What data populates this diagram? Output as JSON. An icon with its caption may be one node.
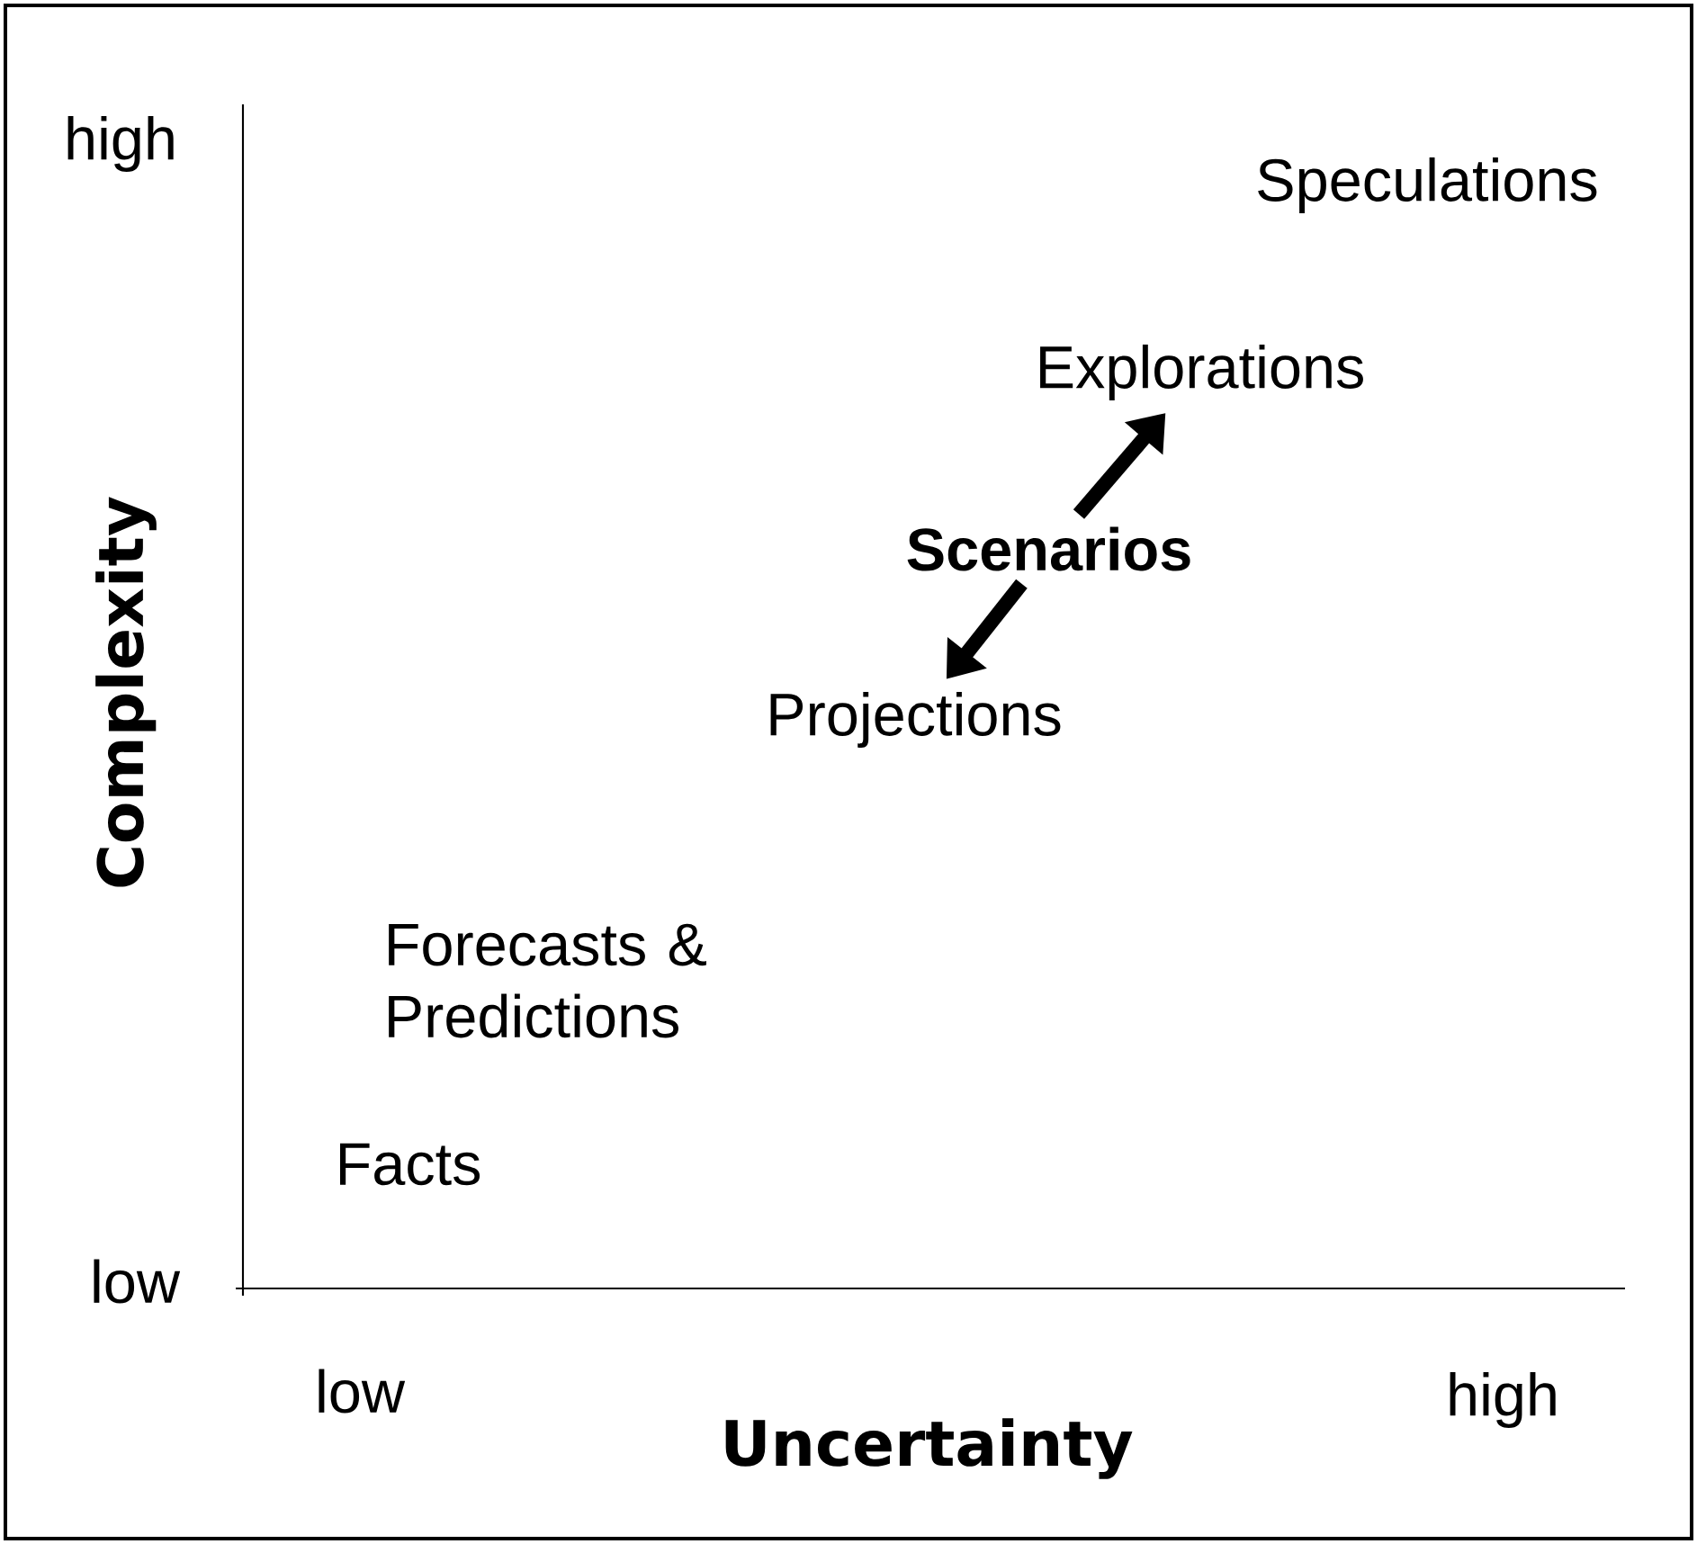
{
  "diagram": {
    "nodes": [
      {
        "text": [
          "Explorations"
        ]
      },
      {
        "text": [
          "**Scenarios**"
        ]
      },
      {
        "text": [
          "Projections"
        ]
      }
    ],
    "edges": [
      {
        "from": 1,
        "to": 0,
        "arrow": "to"
      },
      {
        "from": 1,
        "to": 2,
        "arrow": "to"
      }
    ],
    "labels": [
      "high",
      "Speculations",
      "Complexity",
      "Forecasts & Predictions",
      "Facts",
      "low",
      "low",
      "high",
      "Uncertainty"
    ]
  }
}
